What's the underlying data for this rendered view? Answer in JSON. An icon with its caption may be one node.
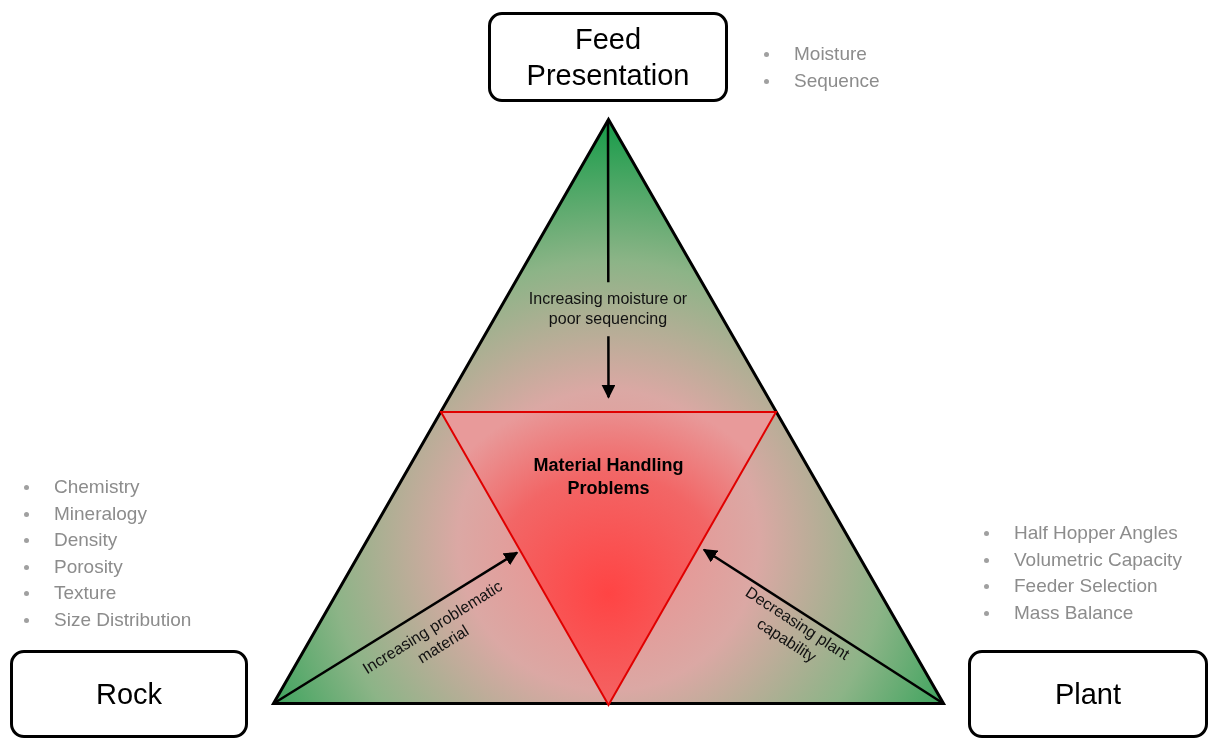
{
  "diagram": {
    "nodes": [
      {
        "text": [
          "Feed Presentation"
        ],
        "beside": [
          "Moisture",
          "Sequence"
        ]
      },
      {
        "text": [],
        "shape": "triangle"
      },
      {
        "text": [
          "Material Handling Problems"
        ],
        "in": 1
      },
      {
        "text": [
          "Rock"
        ],
        "beside": [
          "Chemistry",
          "Mineralogy",
          "Density",
          "Porosity",
          "Texture",
          "Size Distribution"
        ]
      },
      {
        "text": [
          "Plant"
        ],
        "beside": [
          "Half Hopper Angles",
          "Volumetric Capacity",
          "Feeder Selection",
          "Mass Balance"
        ]
      }
    ],
    "edges": [
      {
        "from": null,
        "to": 2,
        "arrow": "to",
        "label": "Increasing moisture or poor sequencing"
      },
      {
        "from": null,
        "to": 2,
        "arrow": "to",
        "label": "Increasing problematic material"
      },
      {
        "from": null,
        "to": 2,
        "arrow": "to",
        "label": "Decreasing plant capability"
      }
    ]
  }
}
